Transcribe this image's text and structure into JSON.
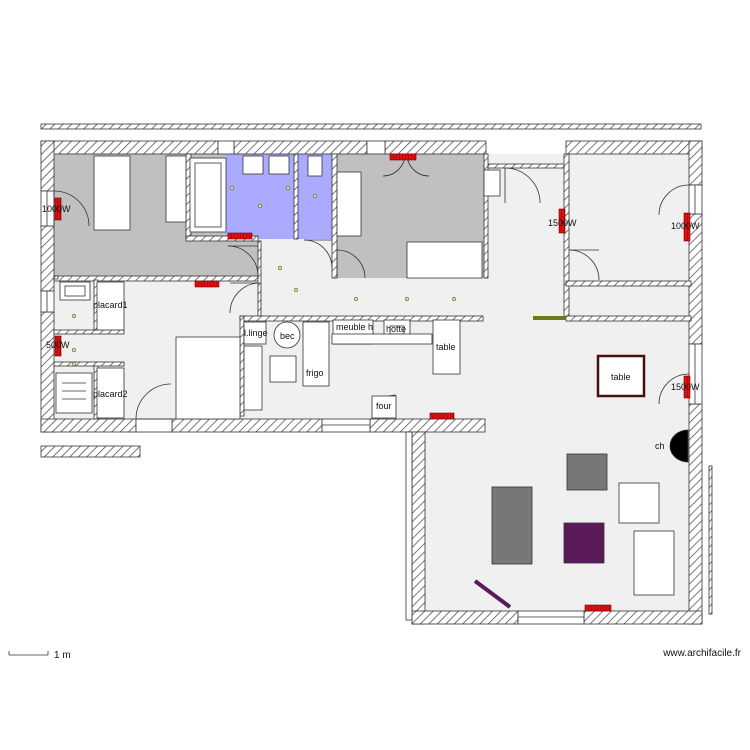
{
  "labels": {
    "rad_br1": "1000W",
    "rad_ne1": "1500W",
    "rad_ne2": "1000W",
    "rad_w": "500W",
    "rad_living": "1500W",
    "placard1": "placard1",
    "placard2": "placard2",
    "linge": "l.linge",
    "bec": "bec",
    "meuble_h": "meuble h",
    "hotte": "hotte",
    "frigo": "frigo",
    "table_kitchen": "table",
    "table_living": "table",
    "four": "four",
    "cheminee": "ch"
  },
  "scale": {
    "label": "1 m"
  },
  "credit": {
    "text": "www.archifacile.fr"
  },
  "colors": {
    "wall_hatch": "#555555",
    "floor": "#f0f0f0",
    "bedroom_floor": "#c0c0c0",
    "bath_floor": "#aaaaff",
    "radiator": "#dd1111",
    "purple": "#5a1a5a",
    "dark_gray": "#777777"
  }
}
